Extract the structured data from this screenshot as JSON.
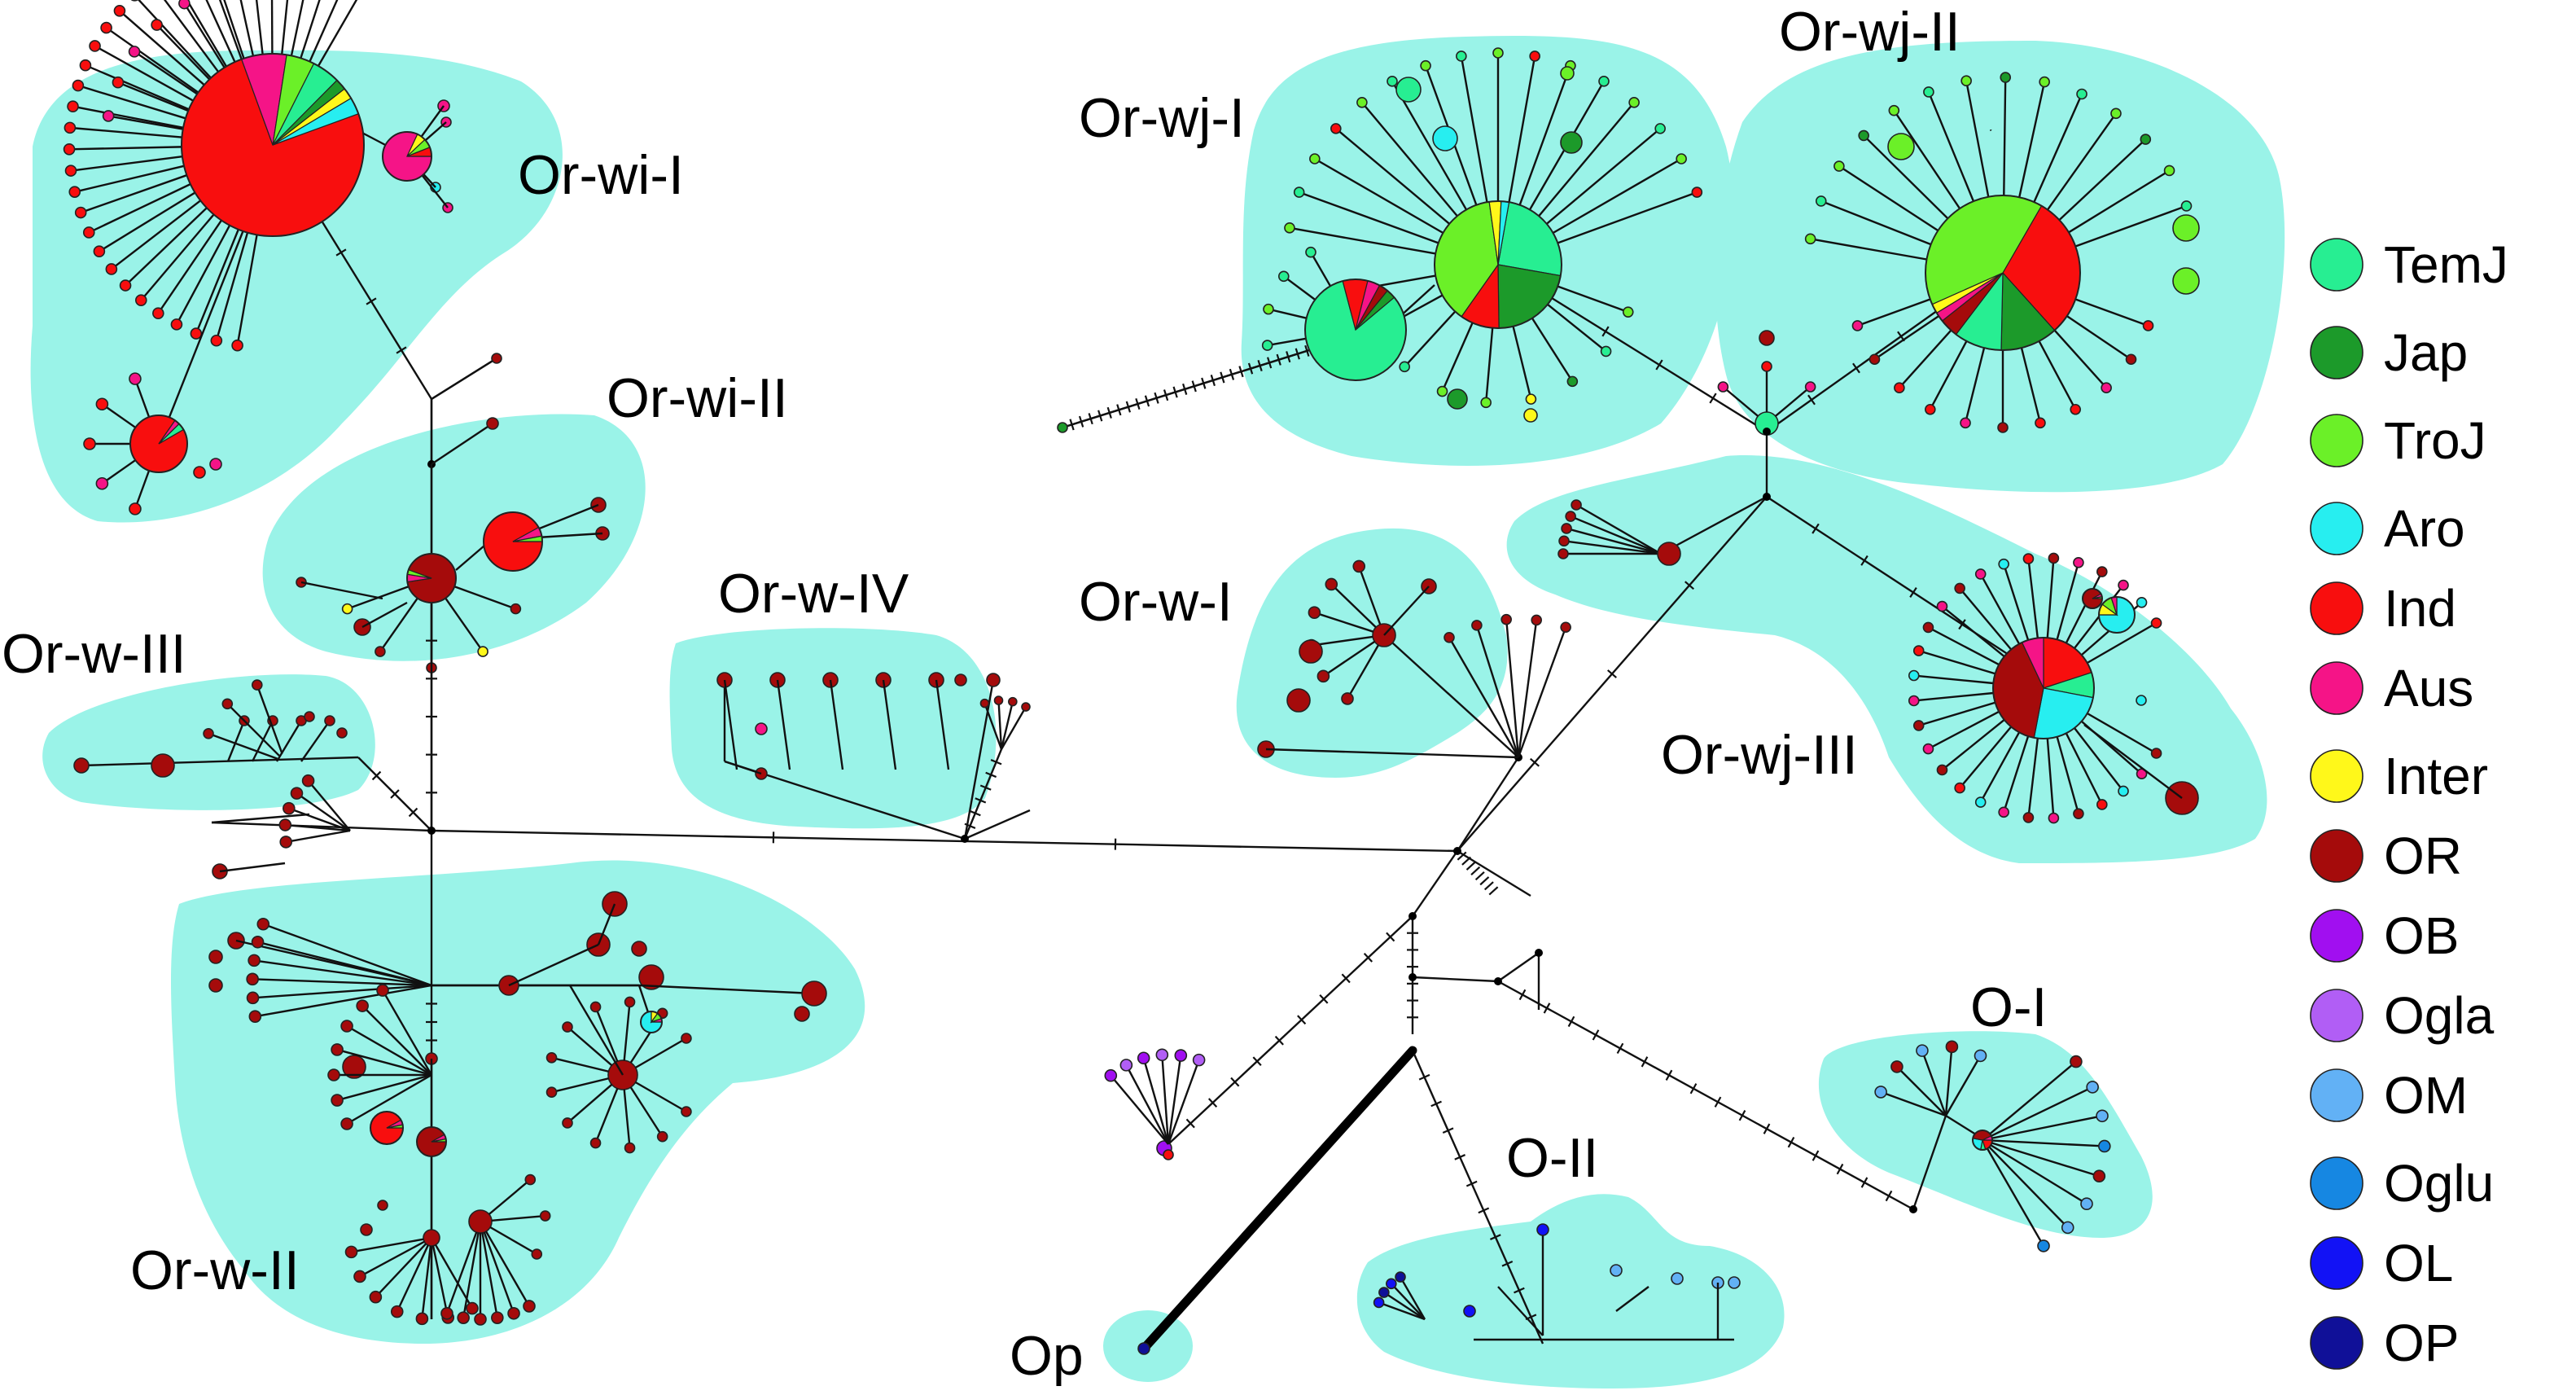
{
  "colors": {
    "region_fill": "#9af3e8",
    "TemJ": "#27ee92",
    "Jap": "#1c9a2a",
    "TroJ": "#6bf028",
    "Aro": "#27eef0",
    "Ind": "#f80e0e",
    "Aus": "#f51487",
    "Inter": "#fff81a",
    "OR": "#a50b0b",
    "OB": "#a10ff0",
    "Ogla": "#b15ef5",
    "OM": "#62b1f5",
    "Oglu": "#1687e2",
    "OL": "#1212f5",
    "OP": "#101098"
  },
  "clusters": [
    {
      "id": "Or-wi-I",
      "label": "Or-wi-I"
    },
    {
      "id": "Or-wi-II",
      "label": "Or-wi-II"
    },
    {
      "id": "Or-w-III",
      "label": "Or-w-III"
    },
    {
      "id": "Or-w-IV",
      "label": "Or-w-IV"
    },
    {
      "id": "Or-w-II",
      "label": "Or-w-II"
    },
    {
      "id": "Or-wj-I",
      "label": "Or-wj-I"
    },
    {
      "id": "Or-wj-II",
      "label": "Or-wj-II"
    },
    {
      "id": "Or-w-I",
      "label": "Or-w-I"
    },
    {
      "id": "Or-wj-III",
      "label": "Or-wj-III"
    },
    {
      "id": "O-I",
      "label": "O-I"
    },
    {
      "id": "O-II",
      "label": "O-II"
    },
    {
      "id": "Op",
      "label": "Op"
    }
  ],
  "legend": [
    {
      "key": "TemJ",
      "label": "TemJ"
    },
    {
      "key": "Jap",
      "label": "Jap"
    },
    {
      "key": "TroJ",
      "label": "TroJ"
    },
    {
      "key": "Aro",
      "label": "Aro"
    },
    {
      "key": "Ind",
      "label": "Ind"
    },
    {
      "key": "Aus",
      "label": "Aus"
    },
    {
      "key": "Inter",
      "label": "Inter"
    },
    {
      "key": "OR",
      "label": "OR"
    },
    {
      "key": "OB",
      "label": "OB"
    },
    {
      "key": "Ogla",
      "label": "Ogla"
    },
    {
      "key": "OM",
      "label": "OM"
    },
    {
      "key": "Oglu",
      "label": "Oglu"
    },
    {
      "key": "OL",
      "label": "OL"
    },
    {
      "key": "OP",
      "label": "OP"
    }
  ],
  "pie_haplotypes": [
    {
      "id": "hap-orwi1-main",
      "composition": [
        [
          "Ind",
          0.75
        ],
        [
          "Aus",
          0.08
        ],
        [
          "TroJ",
          0.05
        ],
        [
          "TemJ",
          0.05
        ],
        [
          "Jap",
          0.02
        ],
        [
          "Inter",
          0.02
        ],
        [
          "Aro",
          0.03
        ]
      ]
    },
    {
      "id": "hap-orwi1-aus",
      "composition": [
        [
          "Aus",
          0.82
        ],
        [
          "Inter",
          0.06
        ],
        [
          "TroJ",
          0.06
        ],
        [
          "Ind",
          0.06
        ]
      ]
    },
    {
      "id": "hap-orwi1-low",
      "composition": [
        [
          "Ind",
          0.93
        ],
        [
          "Aus",
          0.03
        ],
        [
          "TemJ",
          0.04
        ]
      ]
    },
    {
      "id": "hap-orwi2-ind",
      "composition": [
        [
          "Ind",
          0.92
        ],
        [
          "Aus",
          0.05
        ],
        [
          "TroJ",
          0.03
        ]
      ]
    },
    {
      "id": "hap-orwi2-or",
      "composition": [
        [
          "OR",
          0.92
        ],
        [
          "Aus",
          0.05
        ],
        [
          "TroJ",
          0.03
        ]
      ]
    },
    {
      "id": "hap-orwj1-main",
      "composition": [
        [
          "TemJ",
          0.25
        ],
        [
          "Jap",
          0.22
        ],
        [
          "Ind",
          0.1
        ],
        [
          "TroJ",
          0.38
        ],
        [
          "Inter",
          0.03
        ],
        [
          "Aro",
          0.02
        ]
      ]
    },
    {
      "id": "hap-orwj1-temj",
      "composition": [
        [
          "TemJ",
          0.82
        ],
        [
          "Ind",
          0.08
        ],
        [
          "Aus",
          0.04
        ],
        [
          "OR",
          0.03
        ],
        [
          "Jap",
          0.03
        ]
      ]
    },
    {
      "id": "hap-orwj2-main",
      "composition": [
        [
          "Ind",
          0.3
        ],
        [
          "Jap",
          0.12
        ],
        [
          "TemJ",
          0.1
        ],
        [
          "OR",
          0.04
        ],
        [
          "Aus",
          0.02
        ],
        [
          "Inter",
          0.02
        ],
        [
          "TroJ",
          0.4
        ]
      ]
    },
    {
      "id": "hap-orwj3-main",
      "composition": [
        [
          "Ind",
          0.2
        ],
        [
          "TemJ",
          0.08
        ],
        [
          "Aro",
          0.25
        ],
        [
          "OR",
          0.4
        ],
        [
          "Aus",
          0.07
        ]
      ]
    },
    {
      "id": "hap-orwj3-aro",
      "composition": [
        [
          "Aro",
          0.75
        ],
        [
          "Inter",
          0.1
        ],
        [
          "TroJ",
          0.1
        ],
        [
          "Aus",
          0.05
        ]
      ]
    }
  ]
}
